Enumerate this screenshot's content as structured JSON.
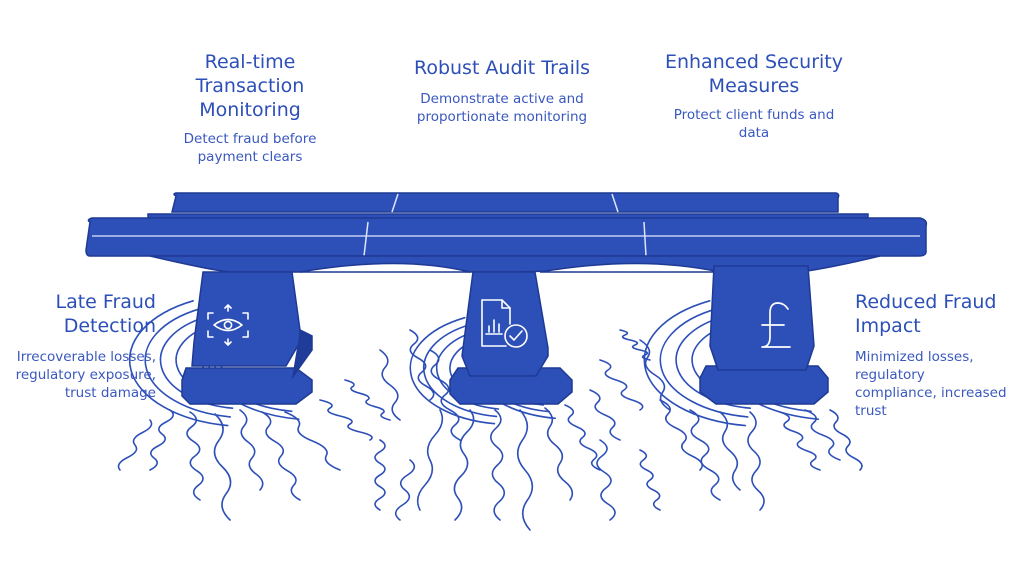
{
  "colors": {
    "bridge_fill": "#2c4fb8",
    "bridge_dark": "#203c99",
    "stroke": "#1f3a94",
    "water": "#2c4fb8",
    "text": "#2c4fb8"
  },
  "pillars": [
    {
      "title": "Real-time Transaction Monitoring",
      "description": "Detect fraud before payment clears",
      "icon": "eye-scan-icon"
    },
    {
      "title": "Robust Audit Trails",
      "description": "Demonstrate active and proportionate monitoring",
      "icon": "audit-document-check-icon"
    },
    {
      "title": "Enhanced Security Measures",
      "description": "Protect client funds and data",
      "icon": "pound-sign-icon"
    }
  ],
  "left_side": {
    "title": "Late Fraud Detection",
    "description": "Irrecoverable losses, regulatory exposure, trust damage"
  },
  "right_side": {
    "title": "Reduced Fraud Impact",
    "description": "Minimized losses, regulatory compliance, increased trust"
  }
}
